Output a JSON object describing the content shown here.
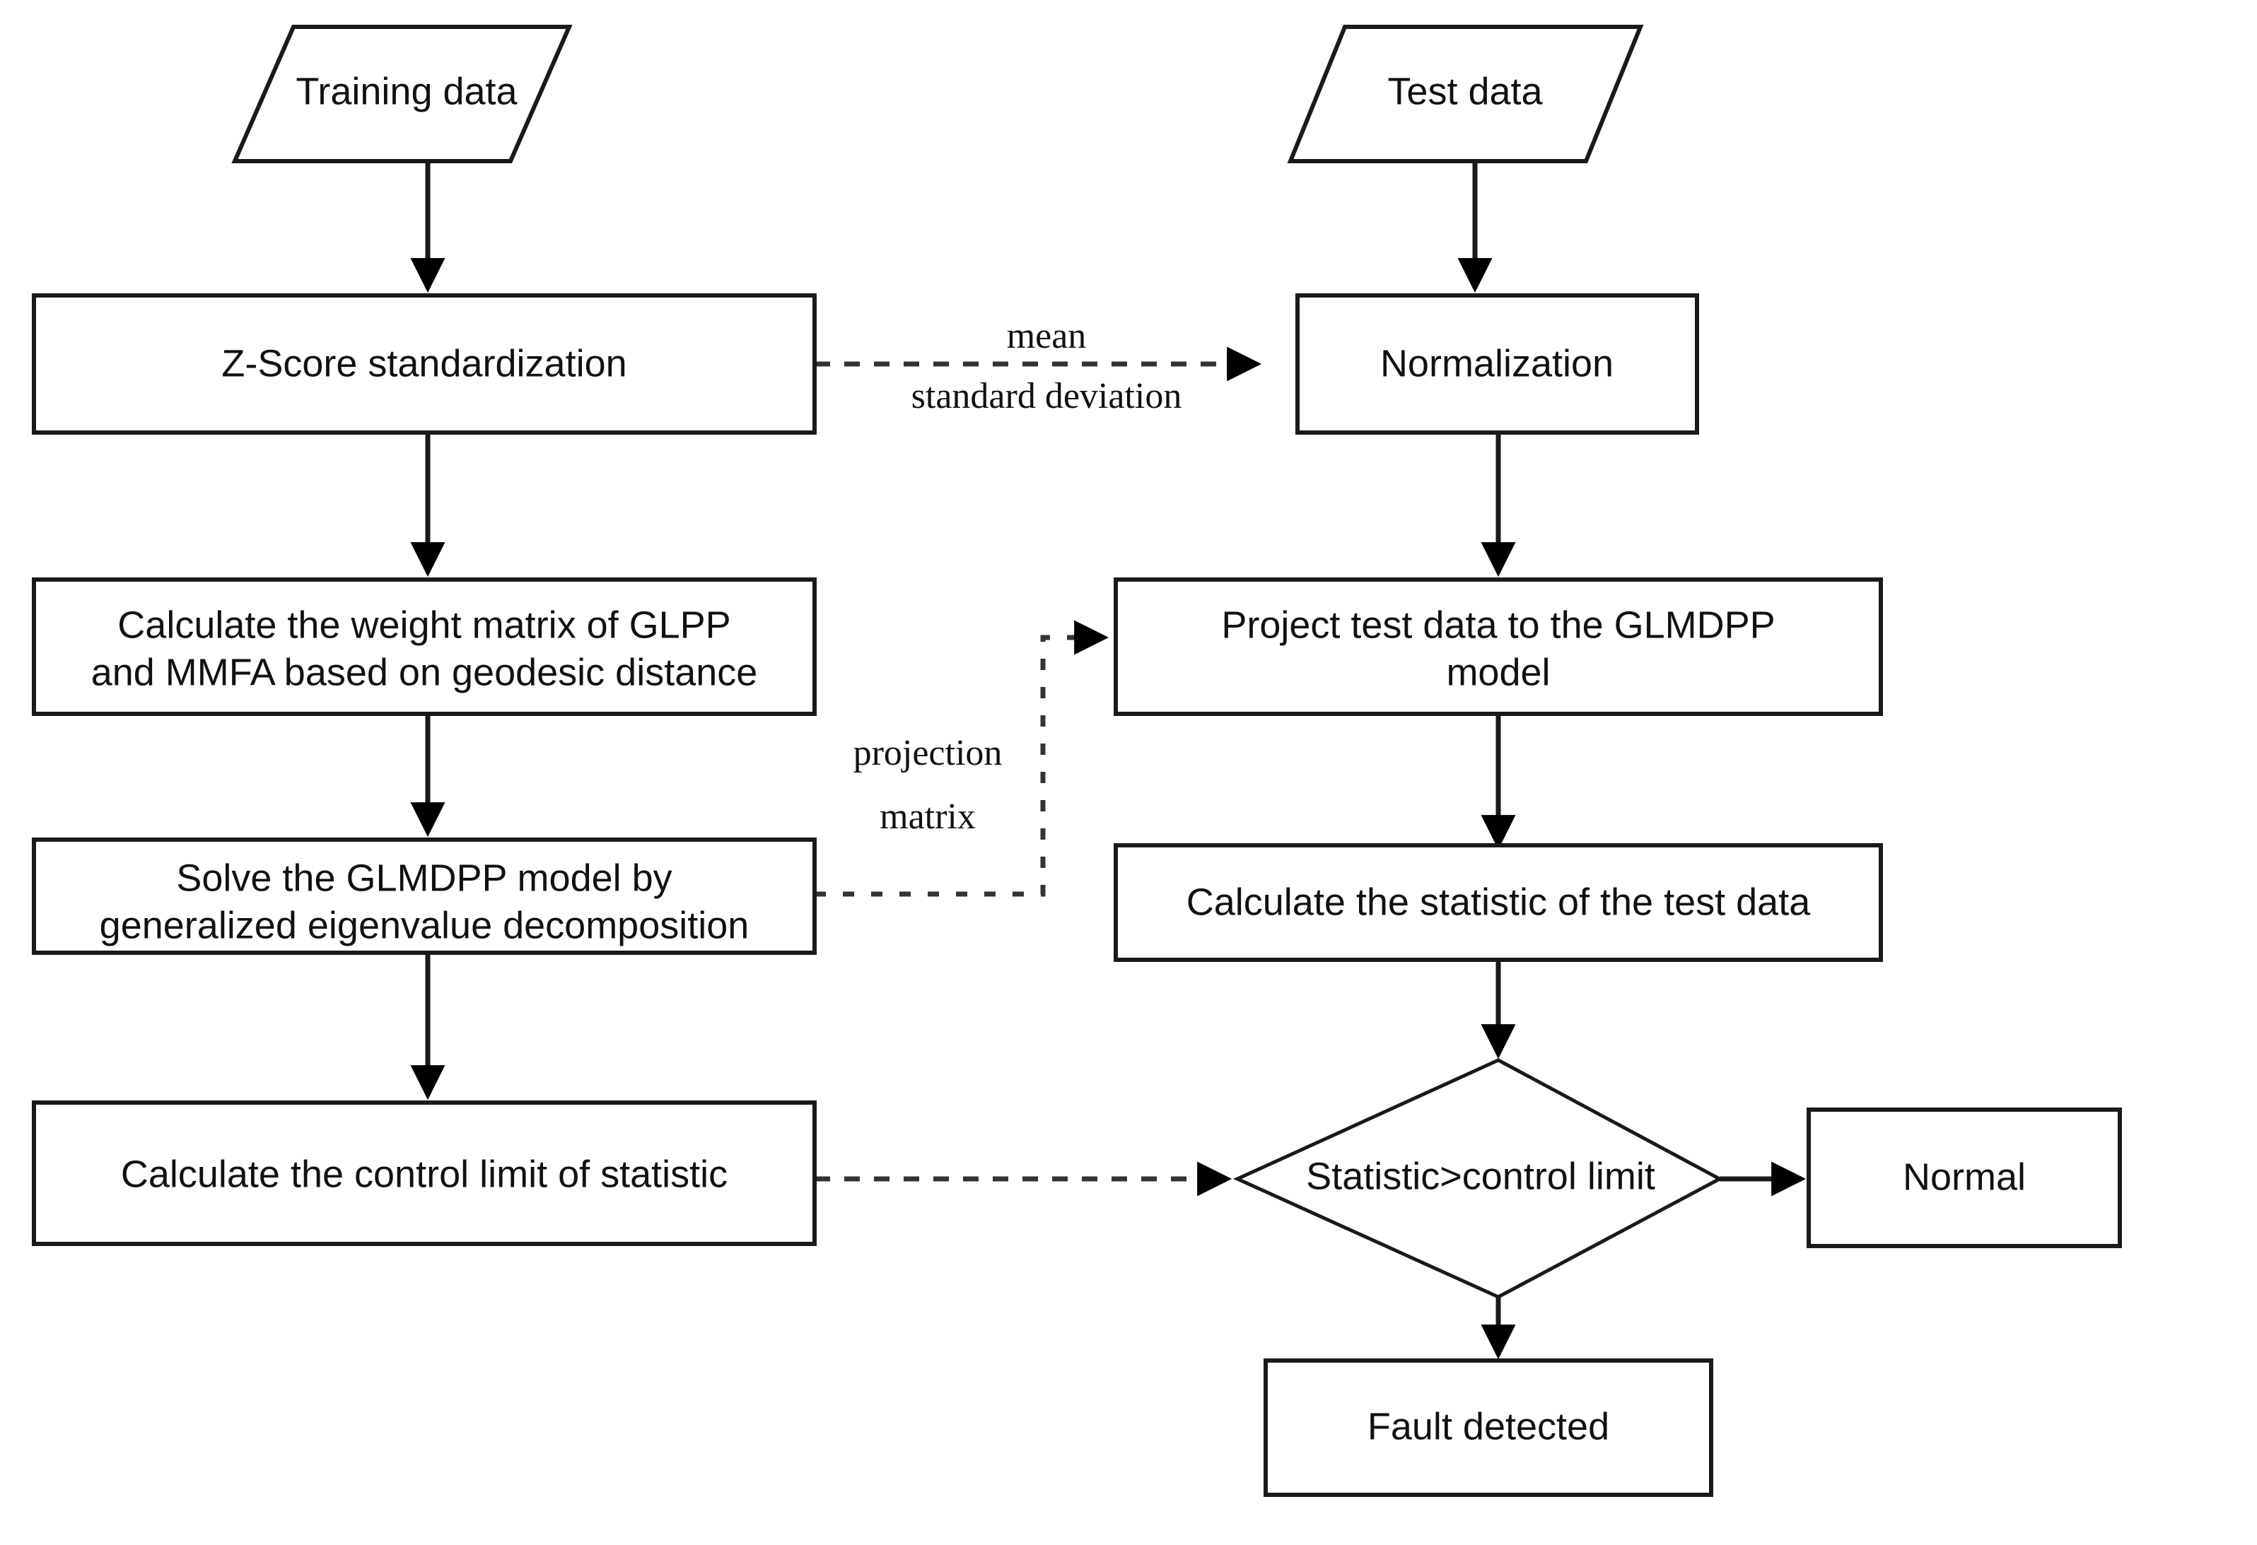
{
  "diagram": {
    "type": "flowchart",
    "title": "GLMDPP fault detection flowchart",
    "colors": {
      "background": "#ffffff",
      "stroke": "#1a1a1a",
      "dashed_stroke": "#333333",
      "text": "#111111"
    },
    "nodes": {
      "training_data": {
        "label": "Training data",
        "shape": "parallelogram"
      },
      "test_data": {
        "label": "Test data",
        "shape": "parallelogram"
      },
      "zscore": {
        "label": "Z-Score standardization",
        "shape": "rectangle"
      },
      "normalization": {
        "label": "Normalization",
        "shape": "rectangle"
      },
      "weight_matrix_line1": {
        "label": "Calculate the weight matrix of GLPP",
        "shape": "rectangle"
      },
      "weight_matrix_line2": {
        "label": "and MMFA based on geodesic distance",
        "shape": "rectangle"
      },
      "project_test_line1": {
        "label": "Project test data to the GLMDPP",
        "shape": "rectangle"
      },
      "project_test_line2": {
        "label": "model",
        "shape": "rectangle"
      },
      "solve_model_line1": {
        "label": "Solve the GLMDPP model by",
        "shape": "rectangle"
      },
      "solve_model_line2": {
        "label": "generalized eigenvalue decomposition",
        "shape": "rectangle"
      },
      "calc_statistic": {
        "label": "Calculate the statistic of the test data",
        "shape": "rectangle"
      },
      "control_limit": {
        "label": "Calculate the control limit of statistic",
        "shape": "rectangle"
      },
      "decision": {
        "label": "Statistic>control limit",
        "shape": "diamond"
      },
      "normal": {
        "label": "Normal",
        "shape": "rectangle"
      },
      "fault": {
        "label": "Fault detected",
        "shape": "rectangle"
      }
    },
    "edge_labels": {
      "mean": "mean",
      "standard_deviation": "standard deviation",
      "projection": "projection",
      "matrix": "matrix"
    }
  }
}
